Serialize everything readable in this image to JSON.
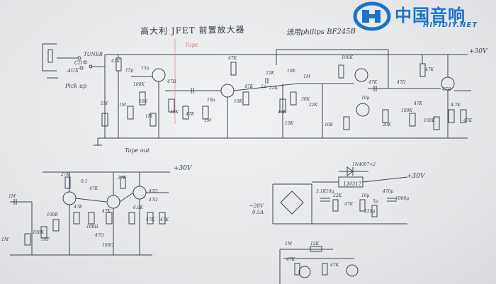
{
  "title": "高大利 JFET 前置放大器",
  "subtitle": "选用philips BF245B",
  "logo": {
    "brand_cn": "中国音响",
    "url": "HIFIDIY.NET"
  },
  "rails": {
    "main_top": "+30V",
    "phono": "+30V",
    "psu": "+30V"
  },
  "labels": {
    "tape": "Tape",
    "tape_out": "Tape out",
    "pick_up": "Pick up",
    "tuner": "TUNER",
    "cd": "CD",
    "aux": "AUX",
    "psu_in": "~28V",
    "psu_in2": "0.5A",
    "regulator": "LM317",
    "diode_note": "1N4007×2"
  },
  "components": {
    "main": [
      "47K",
      "15μ",
      "15μ",
      "100K",
      "47Ω",
      "10K",
      "1M",
      "1M",
      "1M",
      "10K",
      "47K",
      "10μ",
      "47K",
      "10K",
      "1M",
      "47K",
      "22K",
      "10K",
      "22K",
      "1M",
      "47K",
      "10K",
      "30K",
      "22K",
      "10K",
      "1μ",
      "10μ",
      "100K",
      "47K",
      "47Ω",
      "47Ω",
      "20K",
      "100K",
      "47K",
      "47K",
      "100K",
      "4.7K",
      "47K"
    ],
    "phono": [
      "1M",
      "27K",
      "0.1",
      "47K",
      "27K",
      "100K",
      "47K",
      "100Ω",
      "47K",
      "100K",
      "47Ω",
      "100Ω",
      "10P",
      "1M",
      "47Ω",
      "47Ω",
      "6.8K",
      "47K",
      "47K"
    ],
    "psu": [
      "5.1K",
      "10μ",
      "22K",
      "47K",
      "10μ",
      "5μ",
      "470μ",
      "220μ",
      "1000μ"
    ],
    "partial": [
      "1M",
      "12K",
      "47K",
      "47K"
    ]
  }
}
